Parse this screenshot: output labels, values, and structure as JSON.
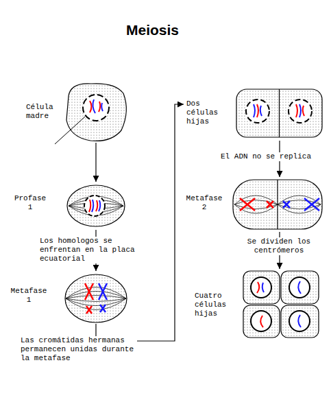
{
  "diagram": {
    "title": "Meiosis",
    "nodes": [
      {
        "text": [
          "Célula madre"
        ]
      },
      {
        "text": [
          "Profase 1"
        ]
      },
      {
        "text": [
          "Metafase 1"
        ]
      },
      {
        "text": [
          "Dos células hijas"
        ]
      },
      {
        "text": [
          "Metafase 2"
        ]
      },
      {
        "text": [
          "Cuatro células hijas"
        ]
      }
    ],
    "edges": [
      {
        "from": 0,
        "to": 1,
        "arrow": "to"
      },
      {
        "from": 1,
        "to": 2,
        "label": "Los homologos se enfrentan en la placa ecuatorial",
        "arrow": "to"
      },
      {
        "from": 2,
        "to": 3,
        "label": "Las cromátidas hermanas permanecen unidas durante la metafase",
        "arrow": "to"
      },
      {
        "from": 3,
        "to": 4,
        "label": "El ADN no se replica",
        "arrow": "to"
      },
      {
        "from": 4,
        "to": 5,
        "label": "Se dividen los centrómeros",
        "arrow": "to"
      }
    ]
  }
}
